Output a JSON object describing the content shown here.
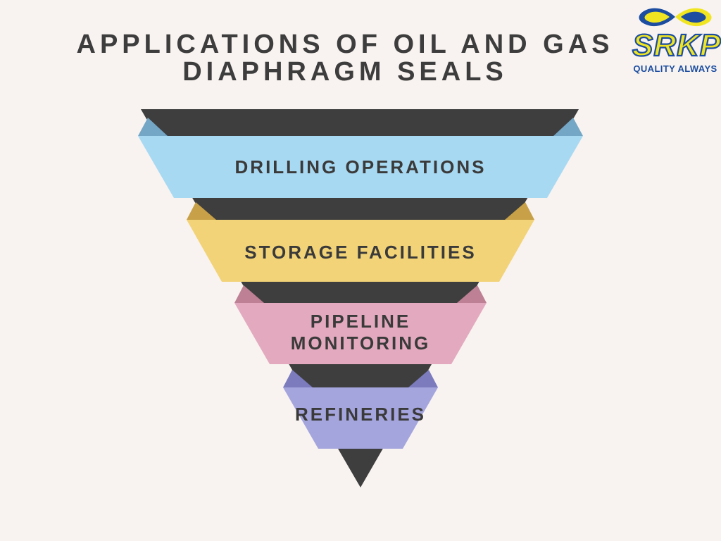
{
  "page": {
    "background": "#f8f3f0"
  },
  "title": {
    "line1": "APPLICATIONS OF OIL AND GAS",
    "line2": "DIAPHRAGM SEALS",
    "color": "#3d3d3d"
  },
  "logo": {
    "name": "SRKP",
    "tagline": "QUALITY ALWAYS",
    "blue": "#1c4da1",
    "yellow": "#f0e520"
  },
  "funnel": {
    "type": "funnel",
    "body_color": "#3e3e3e",
    "label_color": "#3a3a3a",
    "layers": [
      {
        "label": "DRILLING OPERATIONS",
        "color": "#a8d9f2",
        "fold_color": "#74a6c5"
      },
      {
        "label": "STORAGE FACILITIES",
        "color": "#f2d378",
        "fold_color": "#c7a047"
      },
      {
        "label": "PIPELINE MONITORING",
        "color": "#e3aabf",
        "fold_color": "#bd8094"
      },
      {
        "label": "REFINERIES",
        "color": "#a5a5de",
        "fold_color": "#7b7bbe"
      }
    ]
  }
}
